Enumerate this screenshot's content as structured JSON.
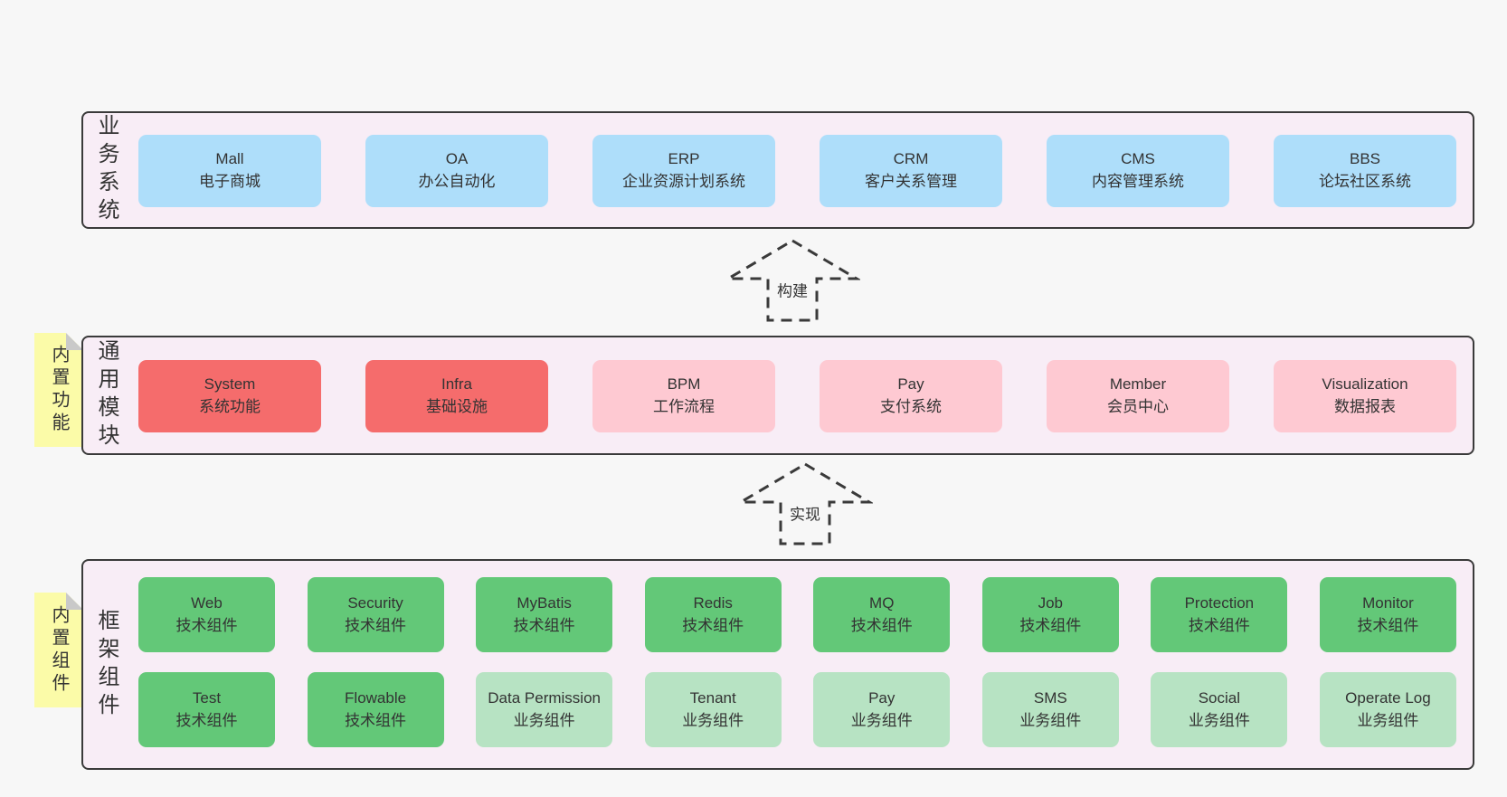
{
  "colors": {
    "page_bg": "#f7f7f7",
    "panel_bg": "#f8edf6",
    "panel_border": "#3a3a3a",
    "blue_box": "#aedefa",
    "red_box": "#f56c6c",
    "pink_box": "#fec9d2",
    "green_box": "#63c878",
    "light_green_box": "#b7e3c3",
    "note_bg": "#fbfba8",
    "note_fold": "#c9c9c9",
    "text": "#333333"
  },
  "sections": {
    "business": {
      "label": "业务系统",
      "boxes": [
        {
          "title": "Mall",
          "subtitle": "电子商城"
        },
        {
          "title": "OA",
          "subtitle": "办公自动化"
        },
        {
          "title": "ERP",
          "subtitle": "企业资源计划系统"
        },
        {
          "title": "CRM",
          "subtitle": "客户关系管理"
        },
        {
          "title": "CMS",
          "subtitle": "内容管理系统"
        },
        {
          "title": "BBS",
          "subtitle": "论坛社区系统"
        }
      ]
    },
    "modules": {
      "label": "通用模块",
      "note": "内置功能",
      "boxes": [
        {
          "title": "System",
          "subtitle": "系统功能",
          "variant": "red"
        },
        {
          "title": "Infra",
          "subtitle": "基础设施",
          "variant": "red"
        },
        {
          "title": "BPM",
          "subtitle": "工作流程",
          "variant": "pink"
        },
        {
          "title": "Pay",
          "subtitle": "支付系统",
          "variant": "pink"
        },
        {
          "title": "Member",
          "subtitle": "会员中心",
          "variant": "pink"
        },
        {
          "title": "Visualization",
          "subtitle": "数据报表",
          "variant": "pink"
        }
      ]
    },
    "framework": {
      "label": "框架组件",
      "note": "内置组件",
      "row1": [
        {
          "title": "Web",
          "subtitle": "技术组件",
          "variant": "green"
        },
        {
          "title": "Security",
          "subtitle": "技术组件",
          "variant": "green"
        },
        {
          "title": "MyBatis",
          "subtitle": "技术组件",
          "variant": "green"
        },
        {
          "title": "Redis",
          "subtitle": "技术组件",
          "variant": "green"
        },
        {
          "title": "MQ",
          "subtitle": "技术组件",
          "variant": "green"
        },
        {
          "title": "Job",
          "subtitle": "技术组件",
          "variant": "green"
        },
        {
          "title": "Protection",
          "subtitle": "技术组件",
          "variant": "green"
        },
        {
          "title": "Monitor",
          "subtitle": "技术组件",
          "variant": "green"
        }
      ],
      "row2": [
        {
          "title": "Test",
          "subtitle": "技术组件",
          "variant": "green"
        },
        {
          "title": "Flowable",
          "subtitle": "技术组件",
          "variant": "green"
        },
        {
          "title": "Data Permission",
          "subtitle": "业务组件",
          "variant": "light-green"
        },
        {
          "title": "Tenant",
          "subtitle": "业务组件",
          "variant": "light-green"
        },
        {
          "title": "Pay",
          "subtitle": "业务组件",
          "variant": "light-green"
        },
        {
          "title": "SMS",
          "subtitle": "业务组件",
          "variant": "light-green"
        },
        {
          "title": "Social",
          "subtitle": "业务组件",
          "variant": "light-green"
        },
        {
          "title": "Operate Log",
          "subtitle": "业务组件",
          "variant": "light-green"
        }
      ]
    }
  },
  "arrows": {
    "build": {
      "label": "构建"
    },
    "implement": {
      "label": "实现"
    }
  }
}
